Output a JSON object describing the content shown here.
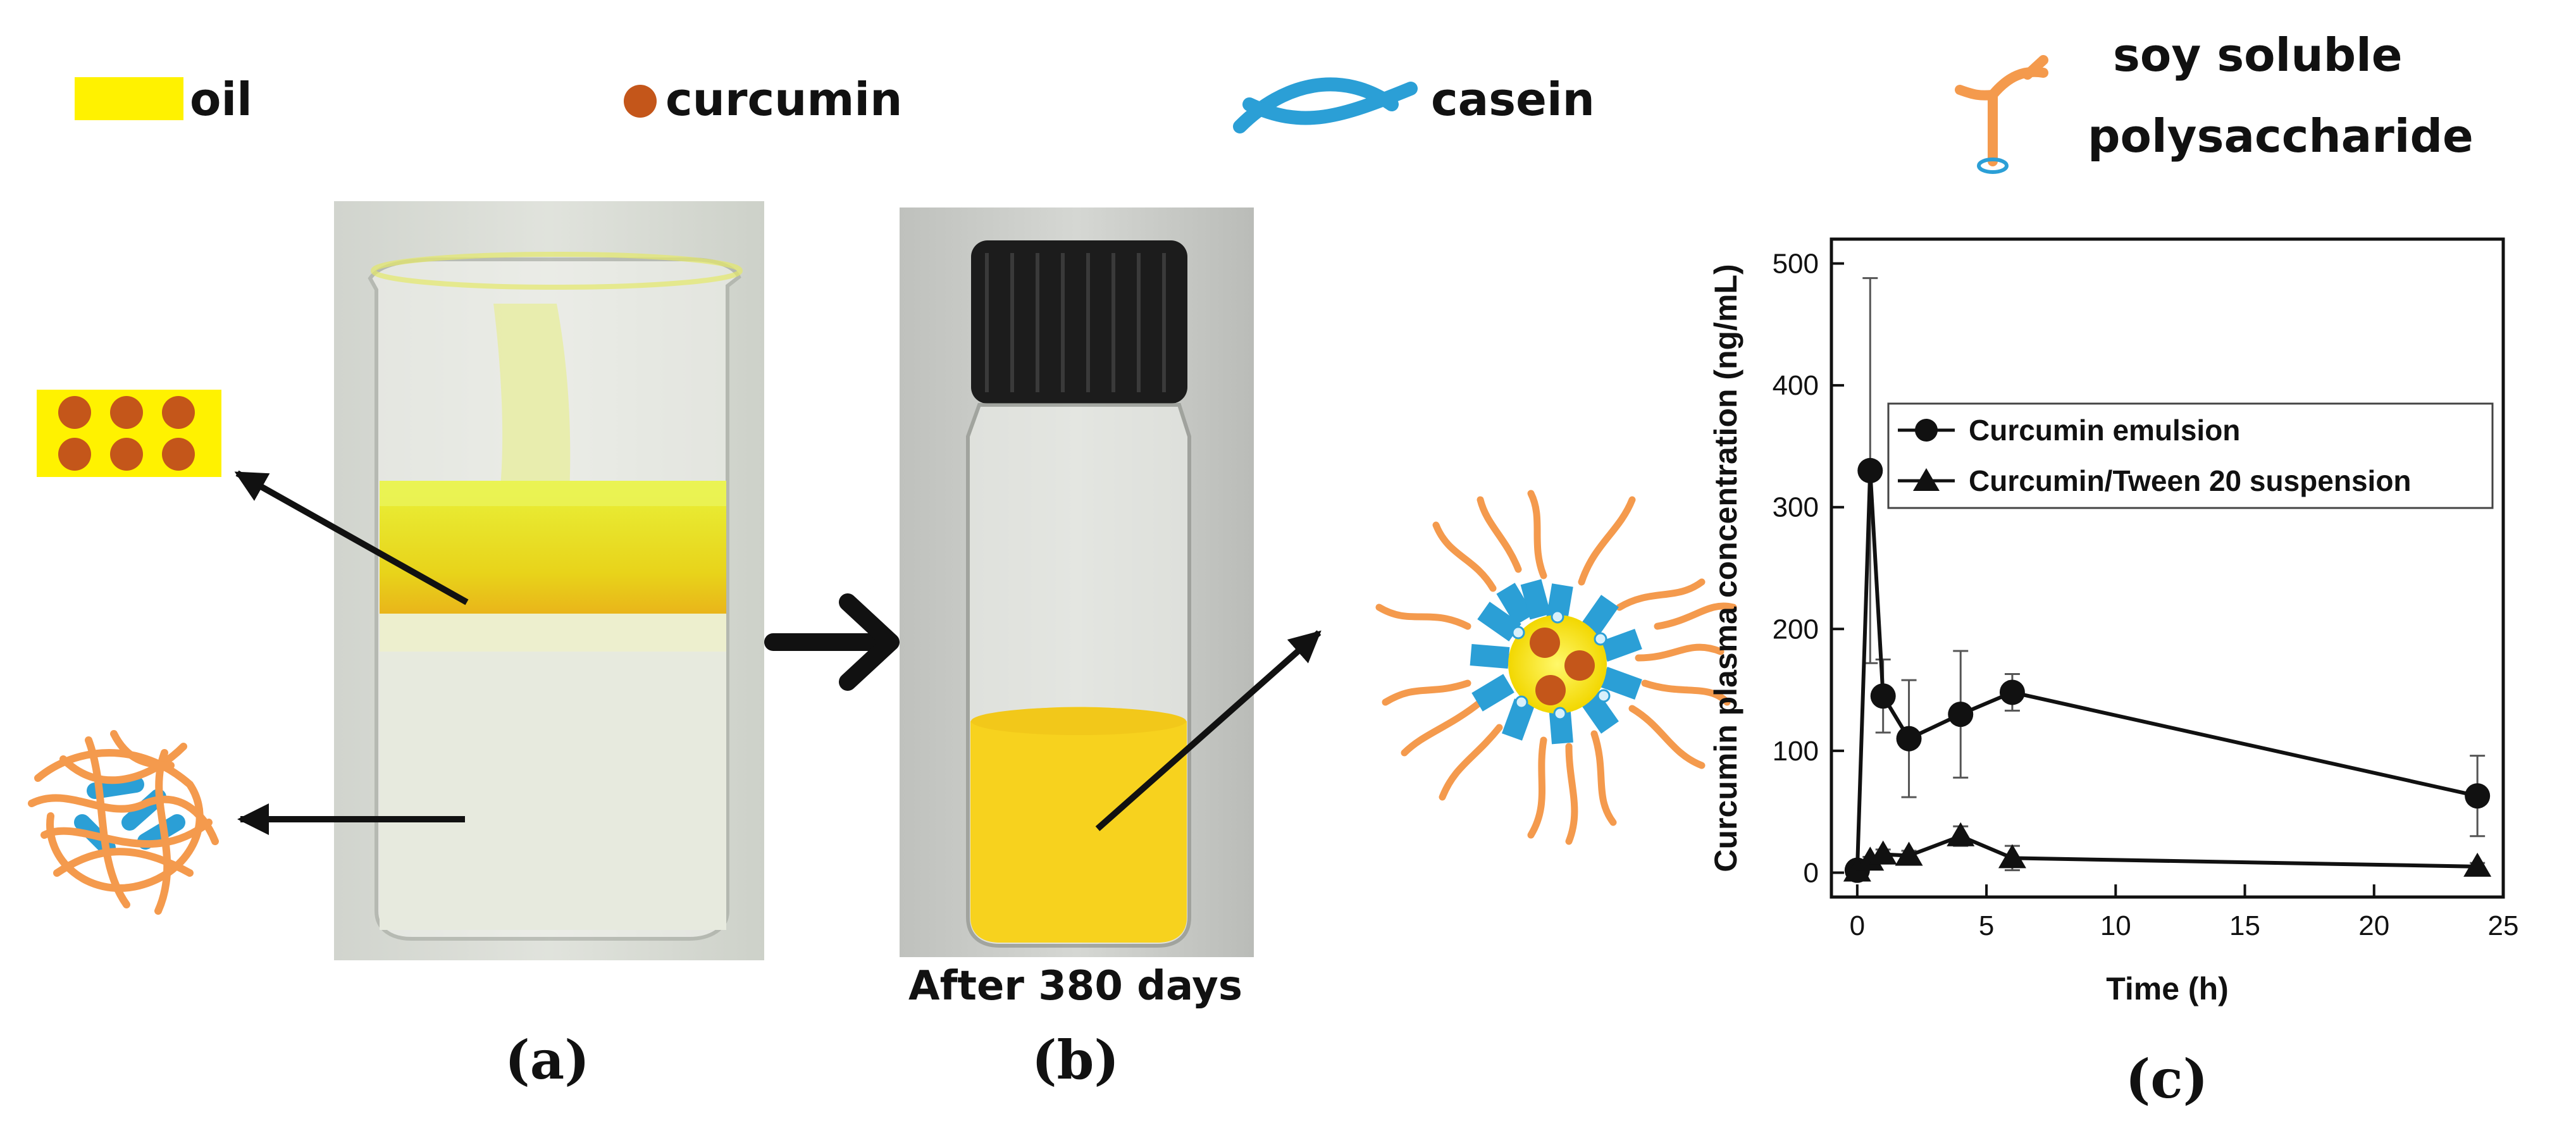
{
  "legend": {
    "oil": "oil",
    "curcumin": "curcumin",
    "casein": "casein",
    "polysaccharide_line1": "soy soluble",
    "polysaccharide_line2": "polysaccharide"
  },
  "colors": {
    "oil": "#FFF200",
    "curcumin": "#C4561A",
    "casein": "#2B9FD6",
    "polysaccharide": "#F49A4D",
    "emulsion_yellow": "#F7D21E"
  },
  "panels": {
    "a_label": "(a)",
    "b_label": "(b)",
    "c_label": "(c)",
    "b_caption": "After 380 days"
  },
  "chart_data": {
    "type": "line",
    "xlabel": "Time (h)",
    "ylabel": "Curcumin plasma concentration (ng/mL)",
    "xlim": [
      -1,
      25
    ],
    "ylim": [
      -20,
      520
    ],
    "x_ticks": [
      "0",
      "5",
      "10",
      "15",
      "20",
      "25"
    ],
    "y_ticks": [
      "0",
      "100",
      "200",
      "300",
      "400",
      "500"
    ],
    "legend_position": "top-right",
    "series": [
      {
        "name": "Curcumin emulsion",
        "marker": "circle",
        "x": [
          0,
          0.5,
          1,
          2,
          4,
          6,
          24
        ],
        "y": [
          2,
          330,
          145,
          110,
          130,
          148,
          63
        ],
        "err": [
          0,
          158,
          30,
          48,
          52,
          15,
          33
        ]
      },
      {
        "name": "Curcumin/Tween 20 suspension",
        "marker": "triangle",
        "x": [
          0,
          0.5,
          1,
          2,
          4,
          6,
          24
        ],
        "y": [
          1,
          10,
          15,
          14,
          30,
          12,
          5
        ],
        "err": [
          0,
          3,
          4,
          4,
          8,
          10,
          3
        ]
      }
    ]
  }
}
